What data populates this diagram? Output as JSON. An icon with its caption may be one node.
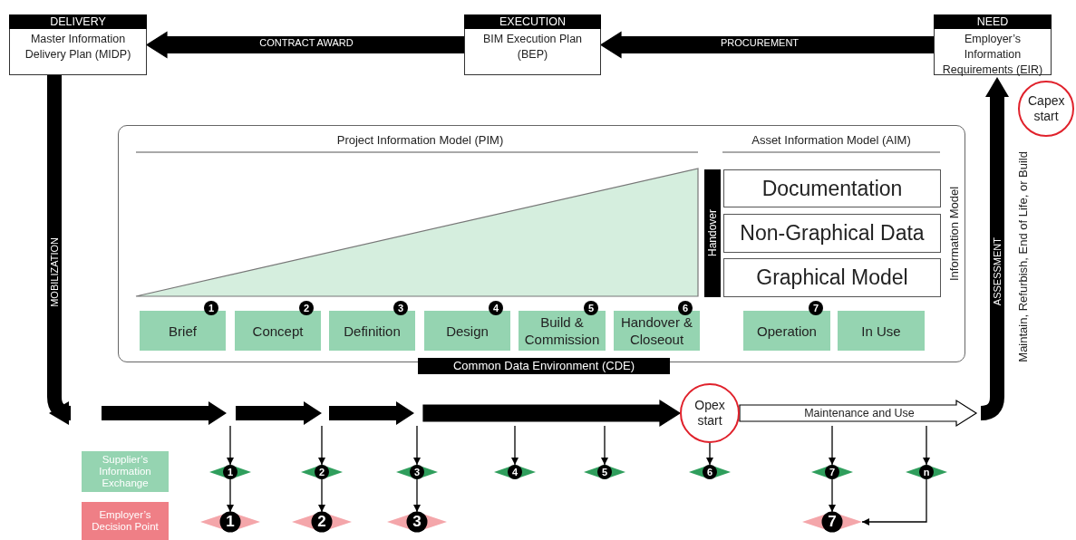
{
  "diagram": {
    "nodes": [
      {
        "text": [
          "NEED",
          "Employer’s Information Requirements (EIR)"
        ]
      },
      {
        "text": [
          "EXECUTION",
          "BIM Execution Plan (BEP)"
        ]
      },
      {
        "text": [
          "DELIVERY",
          "Master Information Delivery Plan (MIDP)"
        ]
      },
      {
        "text": [
          "Capex start"
        ]
      },
      {
        "text": [
          "Project Information Model (PIM)",
          "Asset Information Model (AIM)",
          "Common Data Environment (CDE)",
          "Information Model"
        ]
      },
      {
        "text": [
          "Handover"
        ],
        "in": 4
      },
      {
        "text": [
          "Documentation"
        ],
        "in": 4
      },
      {
        "text": [
          "Non-Graphical Data"
        ],
        "in": 4
      },
      {
        "text": [
          "Graphical Model"
        ],
        "in": 4
      },
      {
        "text": [
          "Brief"
        ],
        "in": 4,
        "beside": [
          "1"
        ]
      },
      {
        "text": [
          "Concept"
        ],
        "in": 4,
        "beside": [
          "2"
        ]
      },
      {
        "text": [
          "Definition"
        ],
        "in": 4,
        "beside": [
          "3"
        ]
      },
      {
        "text": [
          "Design"
        ],
        "in": 4,
        "beside": [
          "4"
        ]
      },
      {
        "text": [
          "Build & Commission"
        ],
        "in": 4,
        "beside": [
          "5"
        ]
      },
      {
        "text": [
          "Handover & Closeout"
        ],
        "in": 4,
        "beside": [
          "6"
        ]
      },
      {
        "text": [
          "Operation"
        ],
        "in": 4,
        "beside": [
          "7"
        ]
      },
      {
        "text": [
          "In Use"
        ],
        "in": 4
      },
      {
        "text": [
          "Opex start"
        ]
      },
      {
        "text": [
          "1"
        ]
      },
      {
        "text": [
          "2"
        ]
      },
      {
        "text": [
          "3"
        ]
      },
      {
        "text": [
          "4"
        ]
      },
      {
        "text": [
          "5"
        ]
      },
      {
        "text": [
          "6"
        ]
      },
      {
        "text": [
          "7"
        ]
      },
      {
        "text": [
          "n"
        ]
      },
      {
        "text": [
          "1"
        ]
      },
      {
        "text": [
          "2"
        ]
      },
      {
        "text": [
          "3"
        ]
      },
      {
        "text": [
          "7"
        ]
      }
    ],
    "edges": [
      {
        "from": 0,
        "to": 1,
        "arrow": "to",
        "label": "PROCUREMENT",
        "style": "thick"
      },
      {
        "from": 1,
        "to": 2,
        "arrow": "to",
        "label": "CONTRACT AWARD",
        "style": "thick"
      },
      {
        "from": 2,
        "to": null,
        "arrow": "to",
        "label": "MOBILIZATION",
        "style": "thick"
      },
      {
        "from": null,
        "to": 17,
        "arrow": "to",
        "style": "thick"
      },
      {
        "from": 17,
        "to": null,
        "arrow": "to",
        "label": "Maintenance and Use",
        "style": "thick",
        "color": "#ffffff"
      },
      {
        "from": null,
        "to": 0,
        "arrow": "to",
        "label": "ASSESSMENT",
        "style": "thick"
      },
      {
        "from": null,
        "to": 18,
        "arrow": "to"
      },
      {
        "from": null,
        "to": 19,
        "arrow": "to"
      },
      {
        "from": null,
        "to": 20,
        "arrow": "to"
      },
      {
        "from": null,
        "to": 21,
        "arrow": "to"
      },
      {
        "from": null,
        "to": 22,
        "arrow": "to"
      },
      {
        "from": 17,
        "to": 23,
        "arrow": "to"
      },
      {
        "from": null,
        "to": 24,
        "arrow": "to"
      },
      {
        "from": null,
        "to": 25,
        "arrow": "to"
      },
      {
        "from": 18,
        "to": 26,
        "arrow": "to"
      },
      {
        "from": 19,
        "to": 27,
        "arrow": "to"
      },
      {
        "from": 20,
        "to": 28,
        "arrow": "to"
      },
      {
        "from": 24,
        "to": 29,
        "arrow": "to"
      },
      {
        "from": 25,
        "to": 29,
        "arrow": "to"
      }
    ],
    "labels": [
      "Maintain, Refurbish, End of Life, or Build"
    ],
    "legend": [
      {
        "text": "Supplier’s Information Exchange",
        "color": "#95d4b1"
      },
      {
        "text": "Employer’s Decision Point",
        "color": "#ef7f86"
      }
    ]
  }
}
